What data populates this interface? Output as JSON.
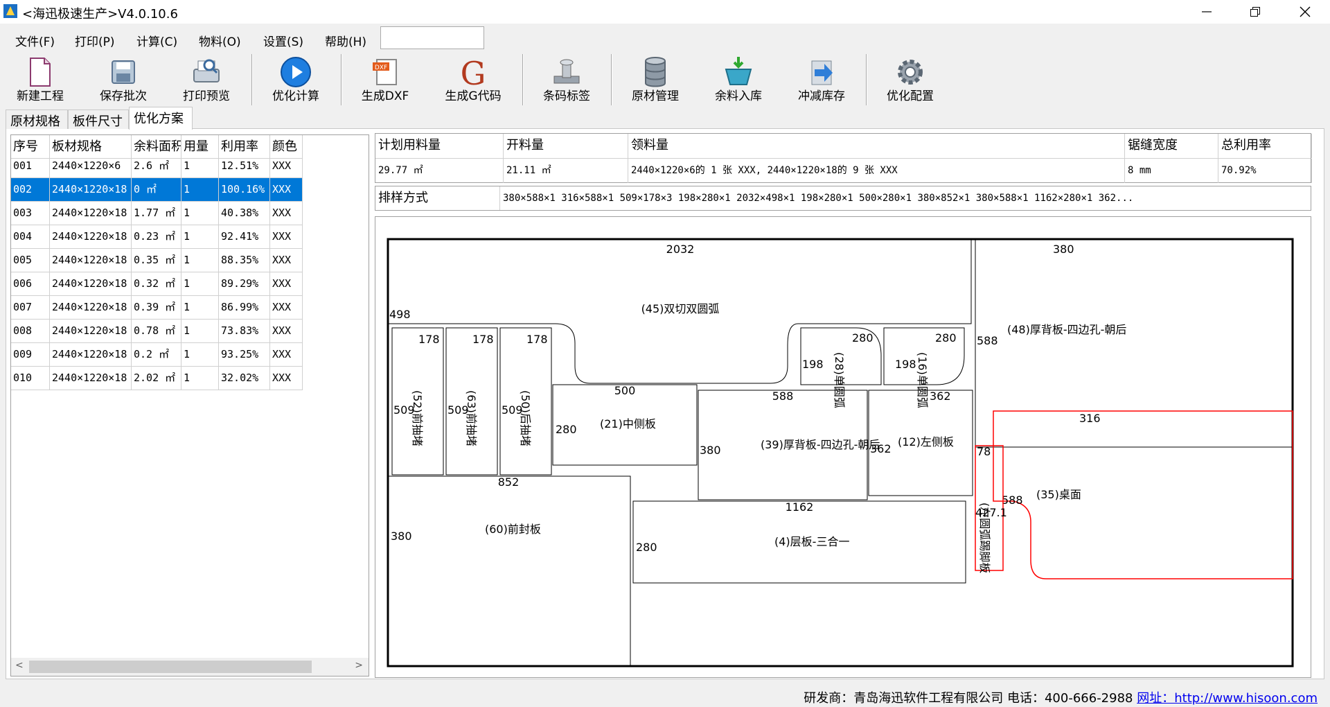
{
  "window": {
    "title": "<海迅极速生产>V4.0.10.6"
  },
  "menu": {
    "items": [
      "文件(F)",
      "打印(P)",
      "计算(C)",
      "物料(O)",
      "设置(S)",
      "帮助(H)"
    ],
    "search_value": ""
  },
  "toolbar": {
    "buttons": [
      {
        "label": "新建工程",
        "icon": "new-file-icon"
      },
      {
        "label": "保存批次",
        "icon": "save-disk-icon"
      },
      {
        "label": "打印预览",
        "icon": "print-preview-icon"
      },
      {
        "label": "优化计算",
        "icon": "play-icon"
      },
      {
        "label": "生成DXF",
        "icon": "dxf-icon"
      },
      {
        "label": "生成G代码",
        "icon": "g-code-icon"
      },
      {
        "label": "条码标签",
        "icon": "barcode-stamp-icon"
      },
      {
        "label": "原材管理",
        "icon": "database-icon"
      },
      {
        "label": "余料入库",
        "icon": "basket-icon"
      },
      {
        "label": "冲减库存",
        "icon": "arrow-out-icon"
      },
      {
        "label": "优化配置",
        "icon": "gear-icon"
      }
    ]
  },
  "tabs": [
    "原材规格",
    "板件尺寸",
    "优化方案"
  ],
  "plan_table": {
    "headers": [
      "序号",
      "板材规格",
      "余料面积",
      "用量",
      "利用率",
      "颜色"
    ],
    "rows": [
      [
        "001",
        "2440×1220×6",
        "2.6 ㎡",
        "1",
        "12.51%",
        "XXX"
      ],
      [
        "002",
        "2440×1220×18",
        "0 ㎡",
        "1",
        "100.16%",
        "XXX"
      ],
      [
        "003",
        "2440×1220×18",
        "1.77 ㎡",
        "1",
        "40.38%",
        "XXX"
      ],
      [
        "004",
        "2440×1220×18",
        "0.23 ㎡",
        "1",
        "92.41%",
        "XXX"
      ],
      [
        "005",
        "2440×1220×18",
        "0.35 ㎡",
        "1",
        "88.35%",
        "XXX"
      ],
      [
        "006",
        "2440×1220×18",
        "0.32 ㎡",
        "1",
        "89.29%",
        "XXX"
      ],
      [
        "007",
        "2440×1220×18",
        "0.39 ㎡",
        "1",
        "86.99%",
        "XXX"
      ],
      [
        "008",
        "2440×1220×18",
        "0.78 ㎡",
        "1",
        "73.83%",
        "XXX"
      ],
      [
        "009",
        "2440×1220×18",
        "0.2 ㎡",
        "1",
        "93.25%",
        "XXX"
      ],
      [
        "010",
        "2440×1220×18",
        "2.02 ㎡",
        "1",
        "32.02%",
        "XXX"
      ]
    ],
    "selected_index": 1
  },
  "summary": {
    "headers": [
      "计划用料量",
      "开料量",
      "领料量",
      "锯缝宽度",
      "总利用率"
    ],
    "values": [
      "29.77 ㎡",
      "21.11 ㎡",
      "2440×1220×6的 1 张 XXX, 2440×1220×18的 9 张 XXX",
      "8 mm",
      "70.92%"
    ],
    "layout_label": "排样方式",
    "layout_value": "380×588×1 316×588×1 509×178×3 198×280×1 2032×498×1 198×280×1 500×280×1 380×852×1 380×588×1 1162×280×1 362..."
  },
  "layout": {
    "panels": [
      {
        "label": "(45)双切双圆弧",
        "dims": [
          "2032",
          "498"
        ]
      },
      {
        "label": "(48)厚背板-四边孔-朝后",
        "dims": [
          "380",
          "588"
        ]
      },
      {
        "label": "(52)前抽堵",
        "dims": [
          "178",
          "509"
        ]
      },
      {
        "label": "(63)前抽堵",
        "dims": [
          "178",
          "509"
        ]
      },
      {
        "label": "(50)后抽堵",
        "dims": [
          "178",
          "509"
        ]
      },
      {
        "label": "(28)单圆弧",
        "dims": [
          "280",
          "198"
        ]
      },
      {
        "label": "(16)单圆弧",
        "dims": [
          "280",
          "198"
        ]
      },
      {
        "label": "(21)中侧板",
        "dims": [
          "500",
          "280"
        ]
      },
      {
        "label": "(39)厚背板-四边孔-朝后",
        "dims": [
          "588",
          "380"
        ]
      },
      {
        "label": "(12)左侧板",
        "dims": [
          "362",
          "362"
        ]
      },
      {
        "label": "(35)桌面",
        "dims": [
          "316",
          "588"
        ]
      },
      {
        "label": "(左圆弧踢脚板",
        "dims": [
          "78",
          "427.1"
        ]
      },
      {
        "label": "(60)前封板",
        "dims": [
          "852",
          "380"
        ]
      },
      {
        "label": "(4)层板-三合一",
        "dims": [
          "1162",
          "280"
        ]
      }
    ]
  },
  "status": {
    "vendor": "研发商：青岛海迅软件工程有限公司",
    "phone": "电话：400-666-2988",
    "website": "网址：http://www.hisoon.com"
  },
  "colors": {
    "selection": "#0078d7",
    "highlight_part": "#ff0000"
  }
}
